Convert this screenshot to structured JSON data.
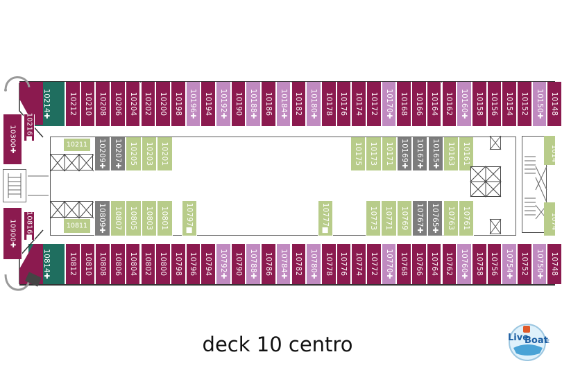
{
  "colors": {
    "magenta": "#8b1a4f",
    "lilac": "#c08ac0",
    "sage": "#b8cc8a",
    "gray": "#7d7d7d",
    "teal": "#1f6e5f"
  },
  "top_row": [
    {
      "label": "10214✚",
      "c": "teal"
    },
    {
      "label": "10212",
      "c": "magenta"
    },
    {
      "label": "10210",
      "c": "magenta"
    },
    {
      "label": "10208",
      "c": "magenta"
    },
    {
      "label": "10206",
      "c": "magenta"
    },
    {
      "label": "10204",
      "c": "magenta"
    },
    {
      "label": "10202",
      "c": "magenta"
    },
    {
      "label": "10200",
      "c": "magenta"
    },
    {
      "label": "10198",
      "c": "magenta"
    },
    {
      "label": "10196✚",
      "c": "lilac"
    },
    {
      "label": "10194",
      "c": "magenta"
    },
    {
      "label": "10192✚",
      "c": "lilac"
    },
    {
      "label": "10190",
      "c": "magenta"
    },
    {
      "label": "10188✚",
      "c": "lilac"
    },
    {
      "label": "10186",
      "c": "magenta"
    },
    {
      "label": "10184✚",
      "c": "lilac"
    },
    {
      "label": "10182",
      "c": "magenta"
    },
    {
      "label": "10180✚",
      "c": "lilac"
    },
    {
      "label": "10178",
      "c": "magenta"
    },
    {
      "label": "10176",
      "c": "magenta"
    },
    {
      "label": "10174",
      "c": "magenta"
    },
    {
      "label": "10172",
      "c": "magenta"
    },
    {
      "label": "10170✚",
      "c": "lilac"
    },
    {
      "label": "10168",
      "c": "magenta"
    },
    {
      "label": "10166",
      "c": "magenta"
    },
    {
      "label": "10164",
      "c": "magenta"
    },
    {
      "label": "10162",
      "c": "magenta"
    },
    {
      "label": "10160✚",
      "c": "lilac"
    },
    {
      "label": "10158",
      "c": "magenta"
    },
    {
      "label": "10156",
      "c": "magenta"
    },
    {
      "label": "10154",
      "c": "magenta"
    },
    {
      "label": "10152",
      "c": "magenta"
    },
    {
      "label": "10150✚",
      "c": "lilac"
    },
    {
      "label": "10148",
      "c": "magenta"
    }
  ],
  "bottom_row": [
    {
      "label": "10814✚",
      "c": "teal"
    },
    {
      "label": "10812",
      "c": "magenta"
    },
    {
      "label": "10810",
      "c": "magenta"
    },
    {
      "label": "10808",
      "c": "magenta"
    },
    {
      "label": "10806",
      "c": "magenta"
    },
    {
      "label": "10804",
      "c": "magenta"
    },
    {
      "label": "10802",
      "c": "magenta"
    },
    {
      "label": "10800",
      "c": "magenta"
    },
    {
      "label": "10798",
      "c": "magenta"
    },
    {
      "label": "10796",
      "c": "magenta"
    },
    {
      "label": "10794",
      "c": "magenta"
    },
    {
      "label": "10792✚",
      "c": "lilac"
    },
    {
      "label": "10790",
      "c": "magenta"
    },
    {
      "label": "10788✚",
      "c": "lilac"
    },
    {
      "label": "10786",
      "c": "magenta"
    },
    {
      "label": "10784✚",
      "c": "lilac"
    },
    {
      "label": "10782",
      "c": "magenta"
    },
    {
      "label": "10780✚",
      "c": "lilac"
    },
    {
      "label": "10778",
      "c": "magenta"
    },
    {
      "label": "10776",
      "c": "magenta"
    },
    {
      "label": "10774",
      "c": "magenta"
    },
    {
      "label": "10772",
      "c": "magenta"
    },
    {
      "label": "10770✚",
      "c": "lilac"
    },
    {
      "label": "10768",
      "c": "magenta"
    },
    {
      "label": "10766",
      "c": "magenta"
    },
    {
      "label": "10764",
      "c": "magenta"
    },
    {
      "label": "10762",
      "c": "magenta"
    },
    {
      "label": "10760✚",
      "c": "lilac"
    },
    {
      "label": "10758",
      "c": "magenta"
    },
    {
      "label": "10756",
      "c": "magenta"
    },
    {
      "label": "10754✚",
      "c": "lilac"
    },
    {
      "label": "10752",
      "c": "magenta"
    },
    {
      "label": "10750✚",
      "c": "lilac"
    },
    {
      "label": "10748",
      "c": "magenta"
    }
  ],
  "inner_top_left": [
    {
      "label": "10209✚",
      "c": "gray"
    },
    {
      "label": "10207✚",
      "c": "gray"
    },
    {
      "label": "10205",
      "c": "sage"
    },
    {
      "label": "10203",
      "c": "sage"
    },
    {
      "label": "10201",
      "c": "sage"
    }
  ],
  "inner_top_right": [
    {
      "label": "10175",
      "c": "sage"
    },
    {
      "label": "10173",
      "c": "sage"
    },
    {
      "label": "10171",
      "c": "sage"
    },
    {
      "label": "10169✚",
      "c": "gray"
    },
    {
      "label": "10167✚",
      "c": "gray"
    },
    {
      "label": "10165✚",
      "c": "gray"
    },
    {
      "label": "10163",
      "c": "sage"
    },
    {
      "label": "10161",
      "c": "sage"
    }
  ],
  "inner_bottom_left": [
    {
      "label": "10809✚",
      "c": "gray"
    },
    {
      "label": "10807",
      "c": "sage"
    },
    {
      "label": "10805",
      "c": "sage"
    },
    {
      "label": "10803",
      "c": "sage"
    },
    {
      "label": "10801",
      "c": "sage"
    }
  ],
  "inner_bottom_right": [
    {
      "label": "10773",
      "c": "sage"
    },
    {
      "label": "10771",
      "c": "sage"
    },
    {
      "label": "10769",
      "c": "sage"
    },
    {
      "label": "10767✚",
      "c": "gray"
    },
    {
      "label": "10765✚",
      "c": "gray"
    },
    {
      "label": "10763",
      "c": "sage"
    },
    {
      "label": "10761",
      "c": "sage"
    }
  ],
  "labels": {
    "r10211": "10211",
    "r10811": "10811",
    "r10797": "10797■",
    "r10777": "10777■",
    "r10216": "10216■",
    "r10300": "10300✚",
    "r10816": "10816■",
    "r10900": "10900✚",
    "r10147": "1014",
    "r10747": "1074"
  },
  "caption": "deck 10 centro",
  "logo": {
    "text1": "Live",
    "text2": "Boat",
    "suffix": ".it"
  }
}
